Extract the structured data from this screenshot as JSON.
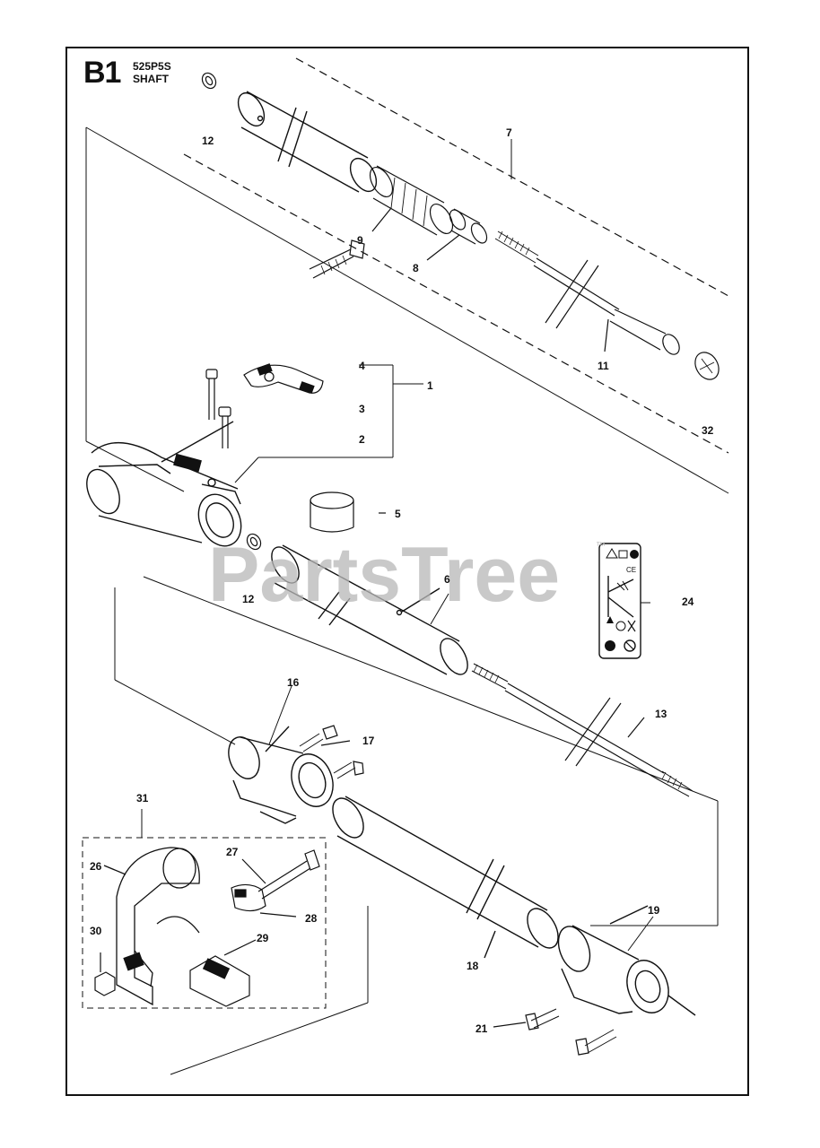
{
  "page": {
    "code": "B1",
    "model": "525P5S",
    "section": "SHAFT"
  },
  "watermark": {
    "text": "PartsTree",
    "trademark": "™"
  },
  "callouts": {
    "c1": "1",
    "c2": "2",
    "c3": "3",
    "c4": "4",
    "c5": "5",
    "c6": "6",
    "c7": "7",
    "c8": "8",
    "c9": "9",
    "c11": "11",
    "c12a": "12",
    "c12b": "12",
    "c13": "13",
    "c16": "16",
    "c17": "17",
    "c18": "18",
    "c19": "19",
    "c21": "21",
    "c24": "24",
    "c26": "26",
    "c27": "27",
    "c28": "28",
    "c29": "29",
    "c30": "30",
    "c31": "31",
    "c32": "32"
  },
  "decal": {
    "ce_mark": "CE"
  },
  "colors": {
    "ink": "#111111",
    "watermark": "#b8b8b8",
    "background": "#ffffff"
  }
}
